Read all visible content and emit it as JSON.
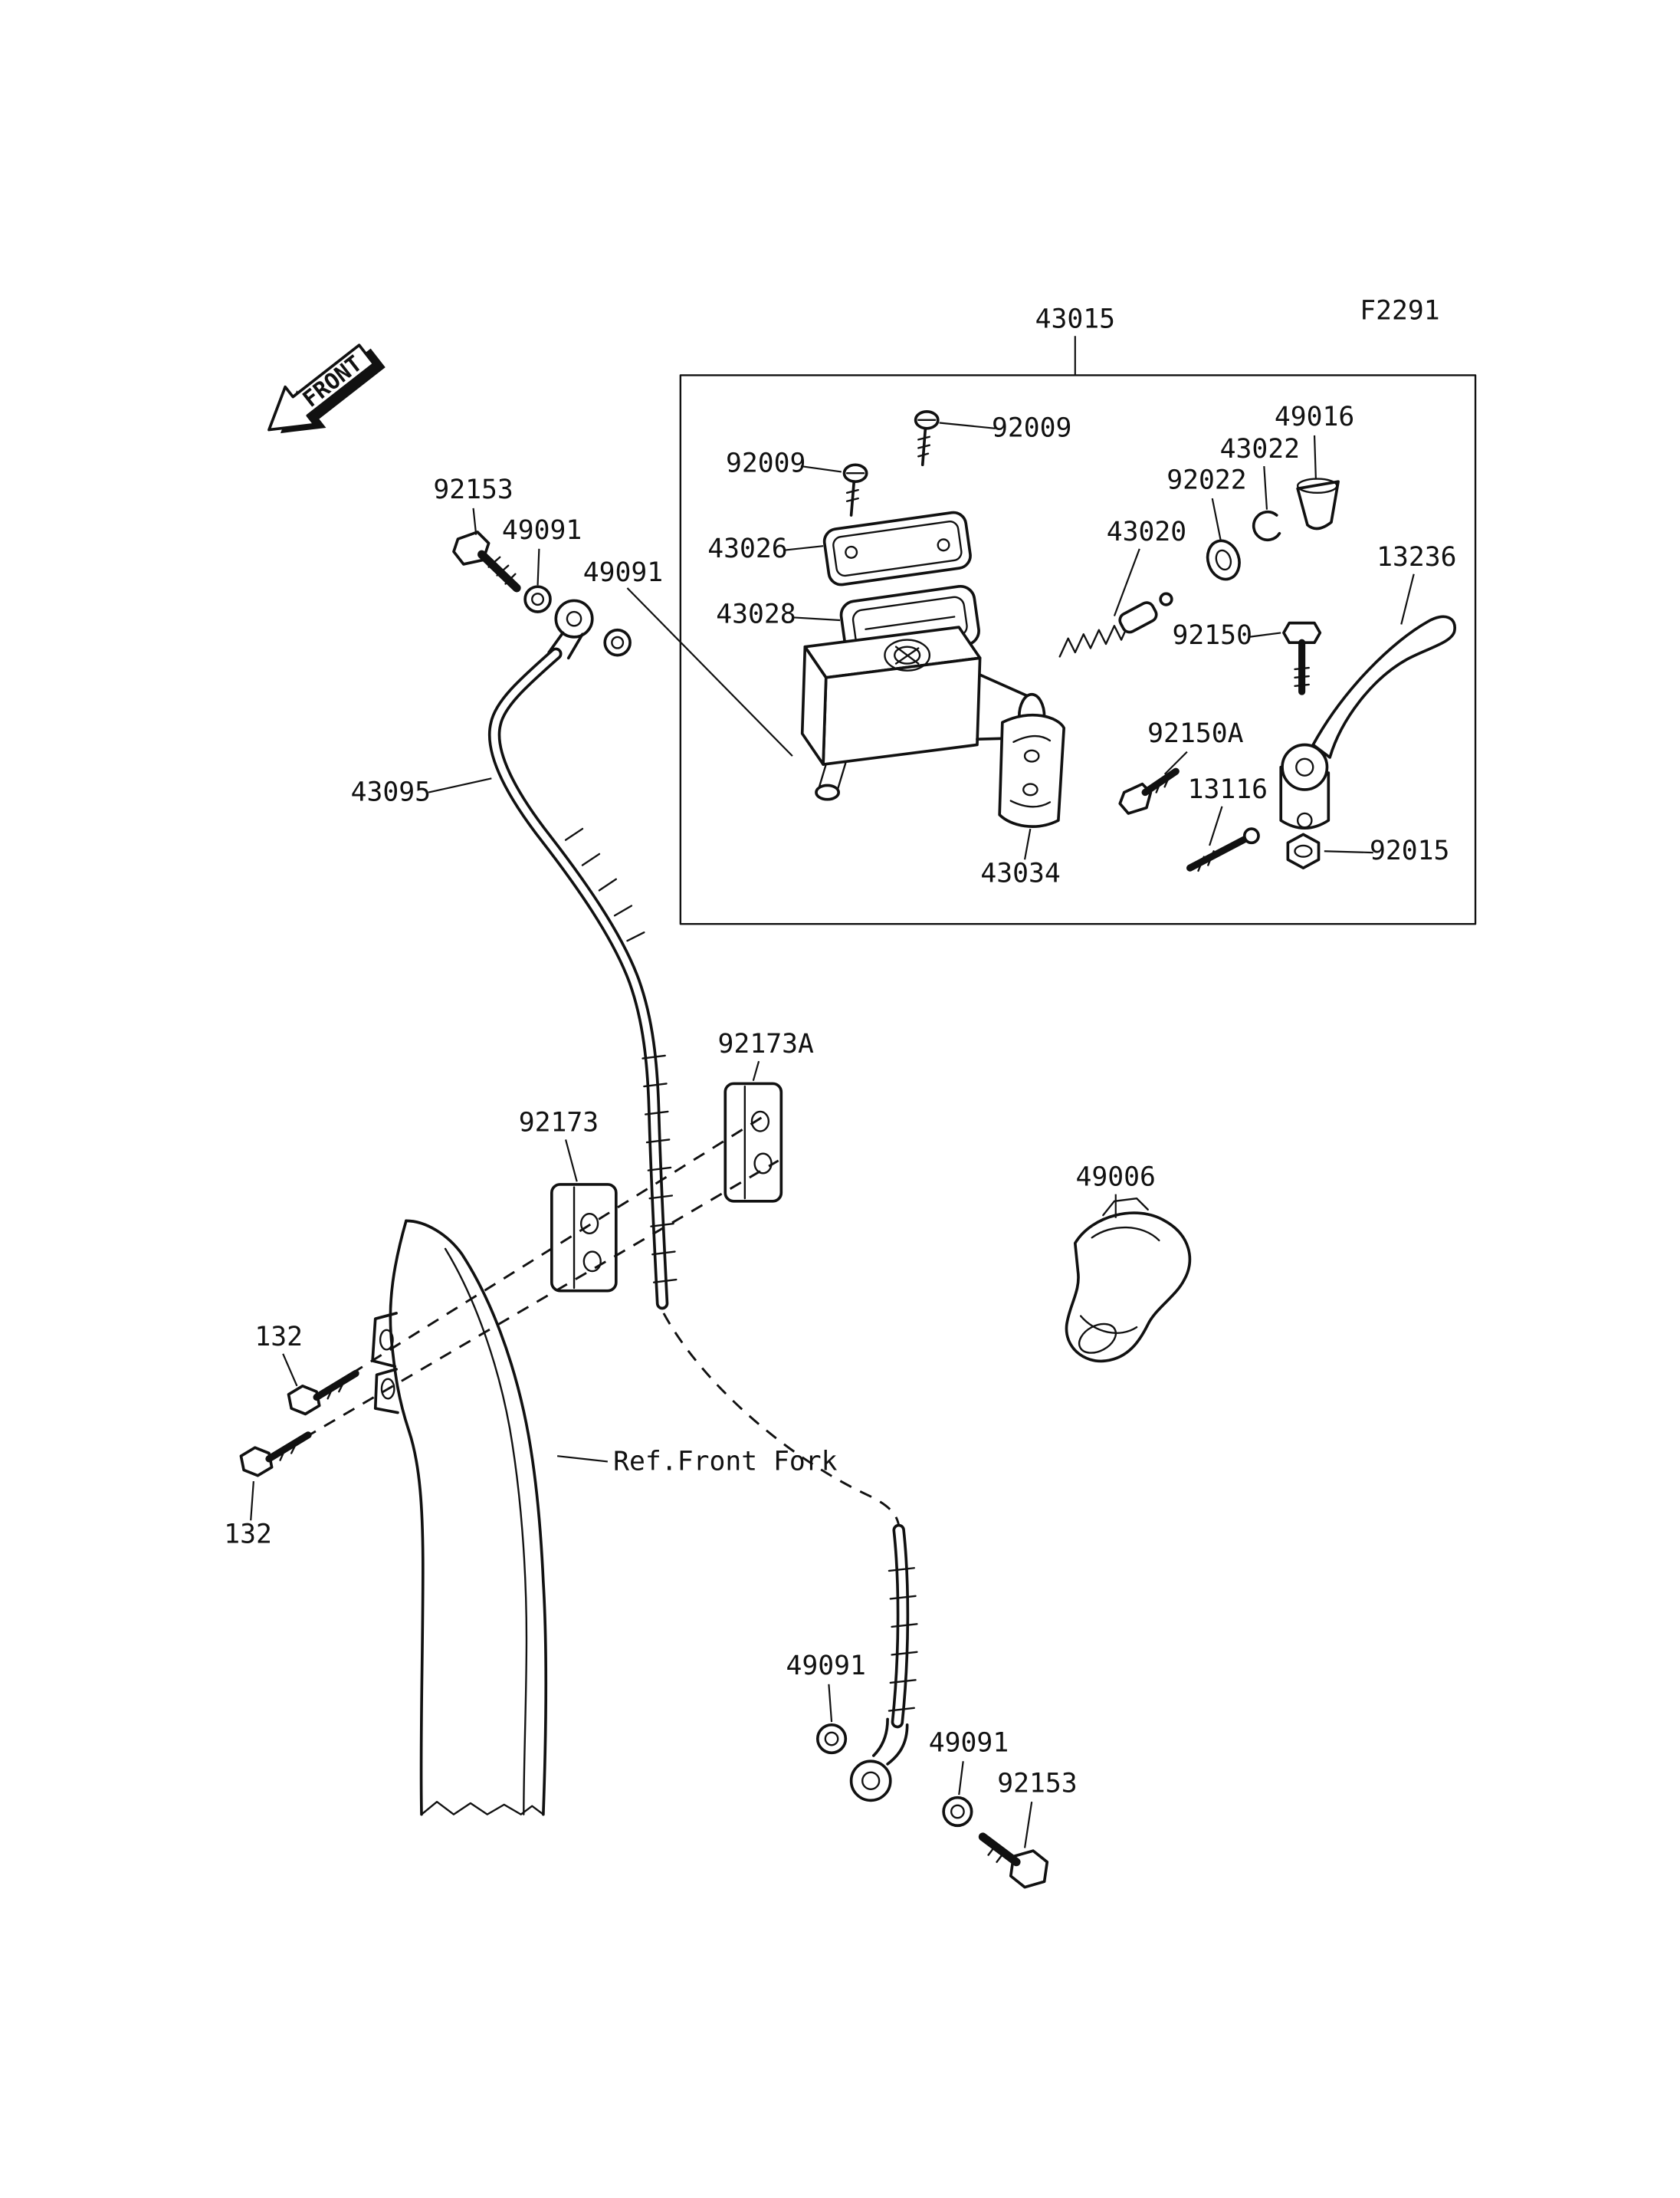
{
  "page": {
    "background": "#ffffff",
    "ink": "#111111"
  },
  "figure": {
    "code": "F2291",
    "direction_arrow": "FRONT",
    "reference_note": "Ref.Front Fork"
  },
  "parts": {
    "43015": "43015",
    "92009": "92009",
    "49016": "49016",
    "43022": "43022",
    "92022": "92022",
    "43020": "43020",
    "13236": "13236",
    "43026": "43026",
    "43028": "43028",
    "92150": "92150",
    "92150A": "92150A",
    "13116": "13116",
    "92015": "92015",
    "43034": "43034",
    "92153": "92153",
    "49091": "49091",
    "43095": "43095",
    "92173": "92173",
    "92173A": "92173A",
    "49006": "49006",
    "132": "132"
  }
}
